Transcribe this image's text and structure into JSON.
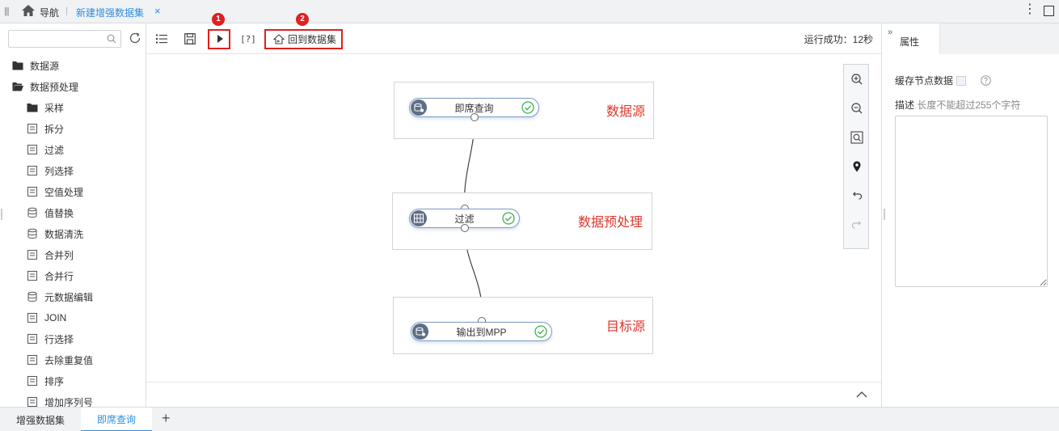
{
  "topbar": {
    "nav_label": "导航",
    "active_tab": "新建增强数据集",
    "close_glyph": "×",
    "more_glyph": "⋮"
  },
  "left": {
    "search_placeholder": "",
    "tree": [
      {
        "label": "数据源",
        "icon": "folder-icon"
      },
      {
        "label": "数据预处理",
        "icon": "folder-open-icon"
      },
      {
        "label": "采样",
        "icon": "folder-icon"
      },
      {
        "label": "拆分",
        "icon": "split-icon"
      },
      {
        "label": "过滤",
        "icon": "filter-icon"
      },
      {
        "label": "列选择",
        "icon": "column-select-icon"
      },
      {
        "label": "空值处理",
        "icon": "null-handle-icon"
      },
      {
        "label": "值替换",
        "icon": "value-replace-icon"
      },
      {
        "label": "数据清洗",
        "icon": "data-clean-icon"
      },
      {
        "label": "合并列",
        "icon": "merge-column-icon"
      },
      {
        "label": "合并行",
        "icon": "merge-row-icon"
      },
      {
        "label": "元数据编辑",
        "icon": "metadata-edit-icon"
      },
      {
        "label": "JOIN",
        "icon": "join-icon"
      },
      {
        "label": "行选择",
        "icon": "row-select-icon"
      },
      {
        "label": "去除重复值",
        "icon": "dedupe-icon"
      },
      {
        "label": "排序",
        "icon": "sort-icon"
      },
      {
        "label": "增加序列号",
        "icon": "serial-number-icon"
      }
    ]
  },
  "toolbar": {
    "bracket_label": "[?]",
    "back_label": "回到数据集",
    "status": "运行成功：12秒",
    "callout_1": "1",
    "callout_2": "2"
  },
  "canvas": {
    "groups": [
      {
        "label": "数据源",
        "node": "即席查询"
      },
      {
        "label": "数据预处理",
        "node": "过滤"
      },
      {
        "label": "目标源",
        "node": "输出到MPP"
      }
    ]
  },
  "right": {
    "tab_label": "属性",
    "cache_label": "缓存节点数据",
    "desc_label": "描述",
    "desc_hint": "长度不能超过255个字符"
  },
  "bottom": {
    "tabs": [
      "增强数据集",
      "即席查询"
    ],
    "add_glyph": "+"
  },
  "colors": {
    "accent": "#2f8ee0",
    "highlight": "#e02020",
    "group_label": "#e0362c",
    "ok": "#3bb54a"
  }
}
